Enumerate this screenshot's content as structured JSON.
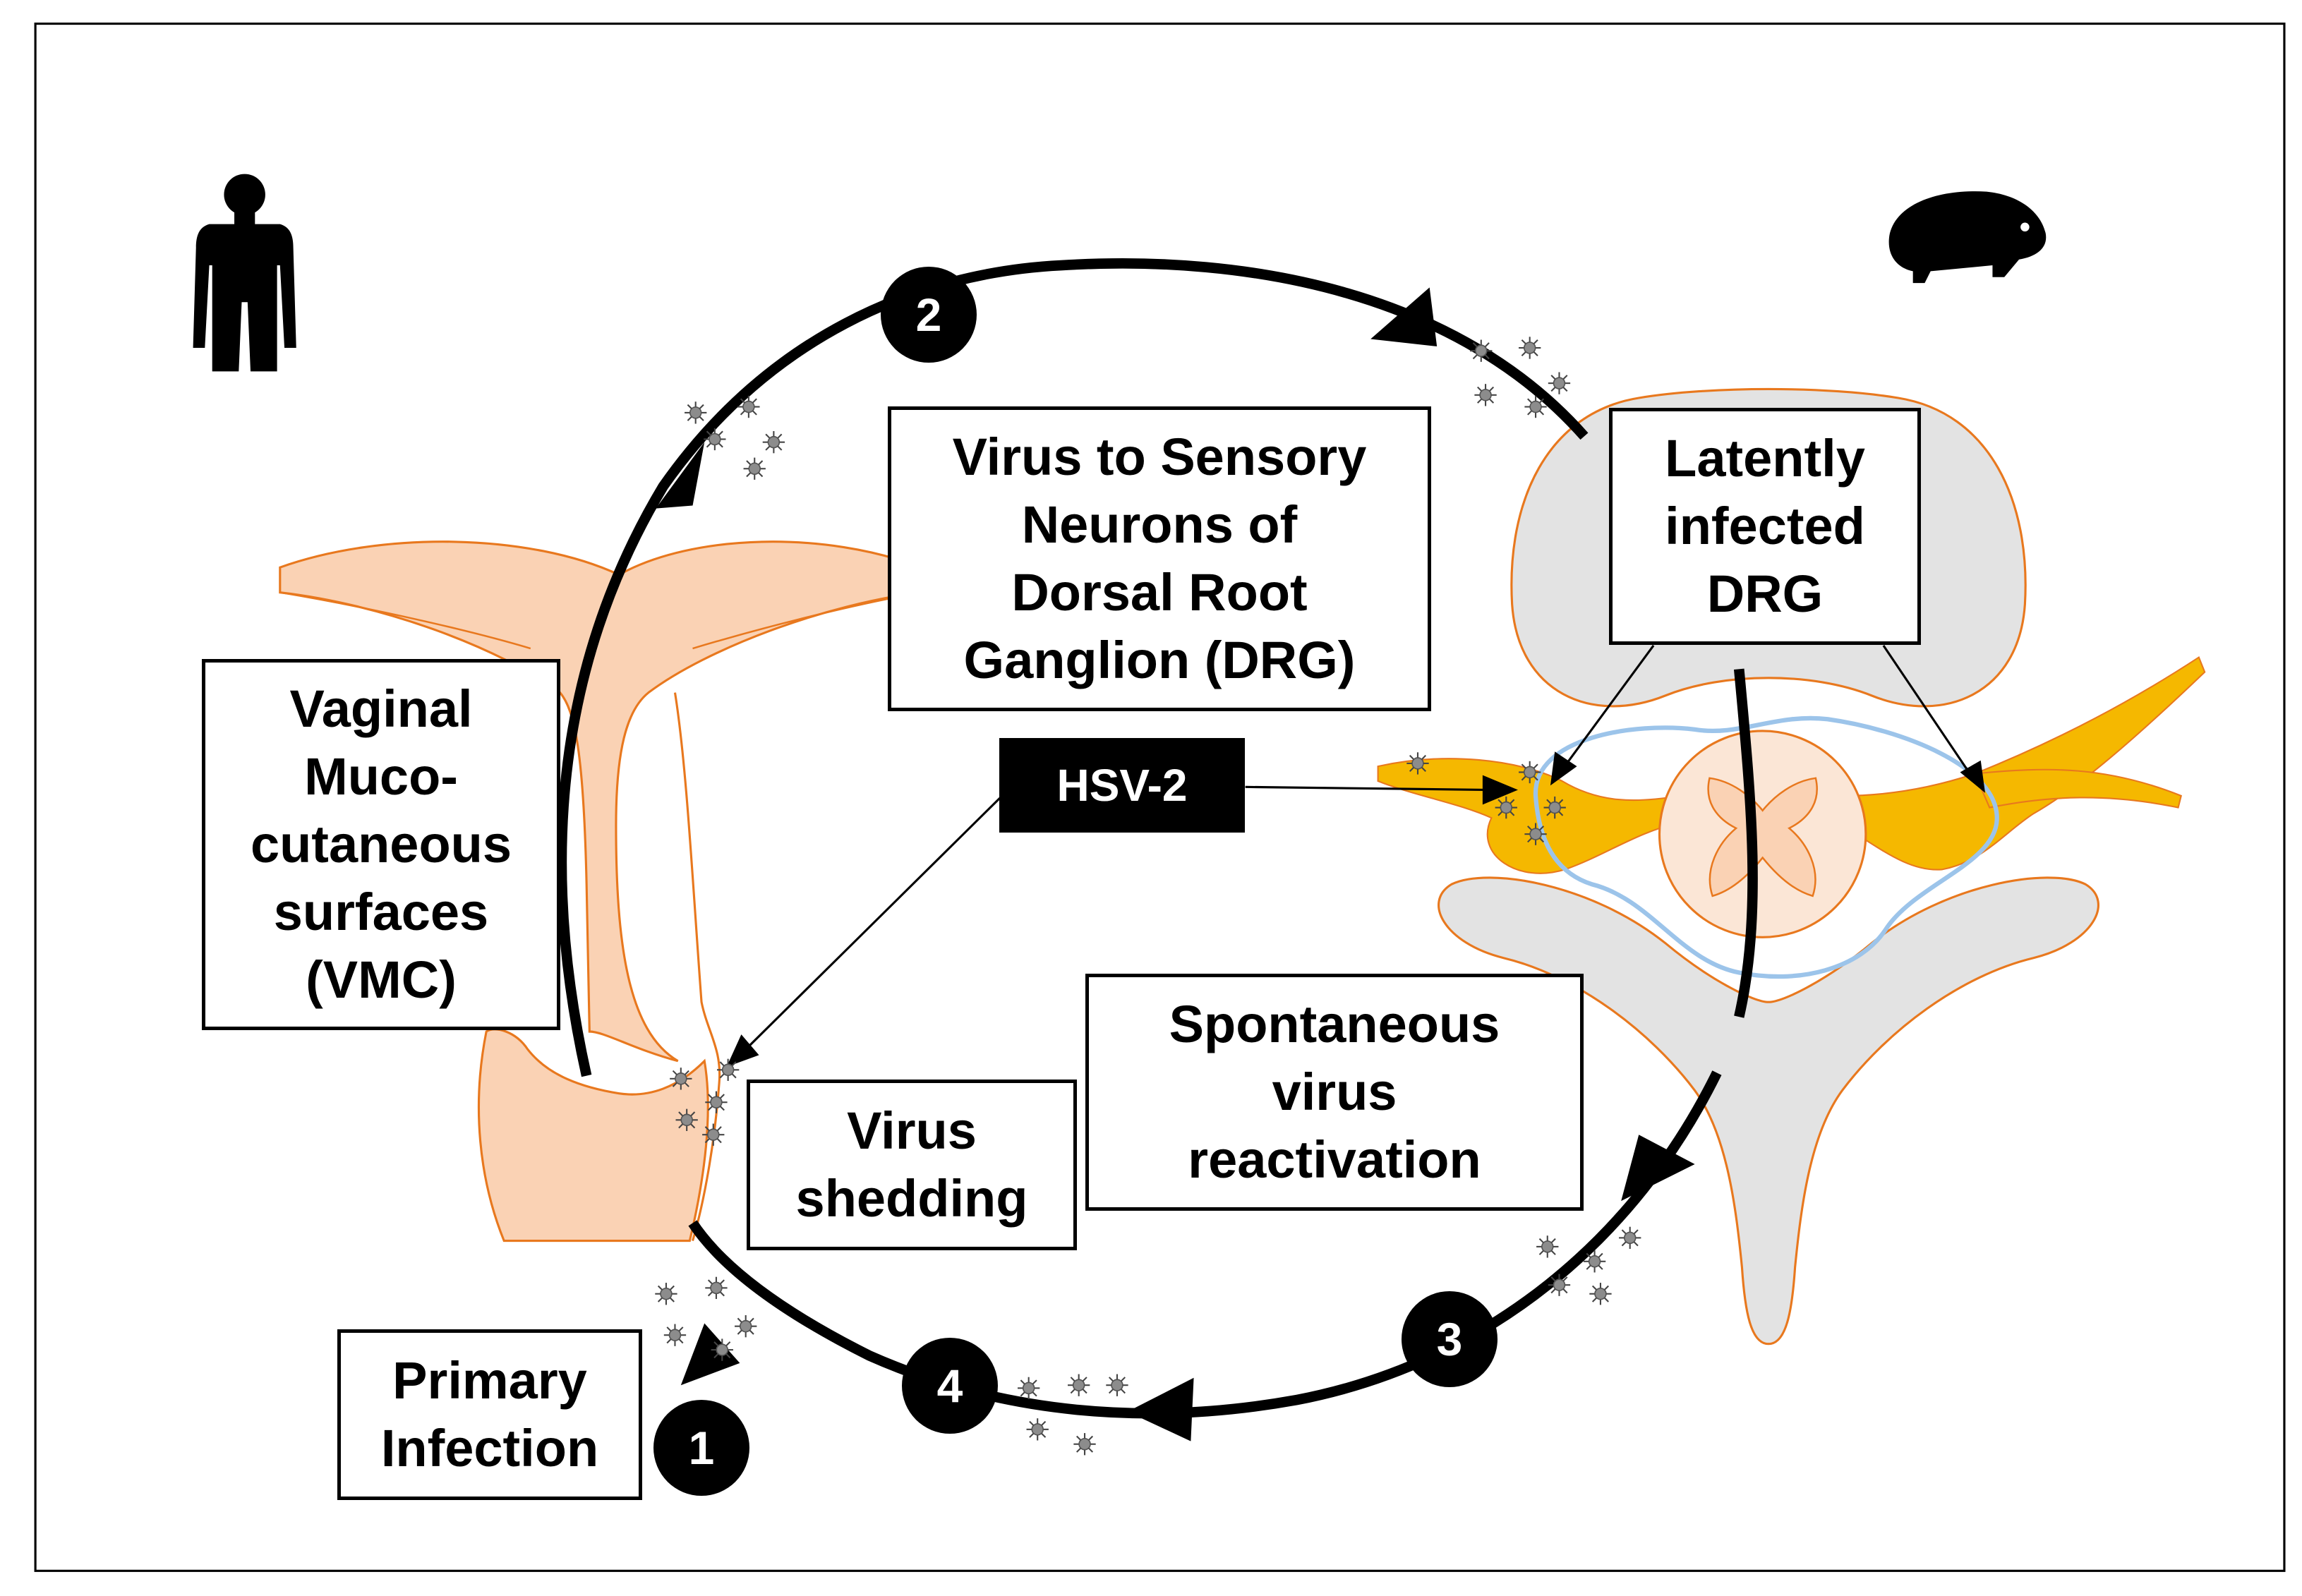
{
  "labels": {
    "vmc": "Vaginal\nMuco-\ncutaneous\nsurfaces\n(VMC)",
    "to_neurons": "Virus to Sensory\nNeurons of\nDorsal Root\nGanglion (DRG)",
    "latent": "Latently\ninfected\nDRG",
    "reactivation": "Spontaneous\nvirus\nreactivation",
    "shedding": "Virus\nshedding",
    "primary": "Primary\nInfection",
    "hsv": "HSV-2"
  },
  "steps": [
    "1",
    "2",
    "3",
    "4"
  ],
  "icons": [
    "human-silhouette-icon",
    "guinea-pig-silhouette-icon",
    "virus-particle-icon"
  ],
  "colors": {
    "tissue_fill": "#fad2b4",
    "tissue_stroke": "#e8781e",
    "nerve_yellow": "#f5b800",
    "vertebra_gray": "#e3e3e3",
    "ganglion_outline": "#9cc4ea",
    "cycle_line": "#000000"
  }
}
